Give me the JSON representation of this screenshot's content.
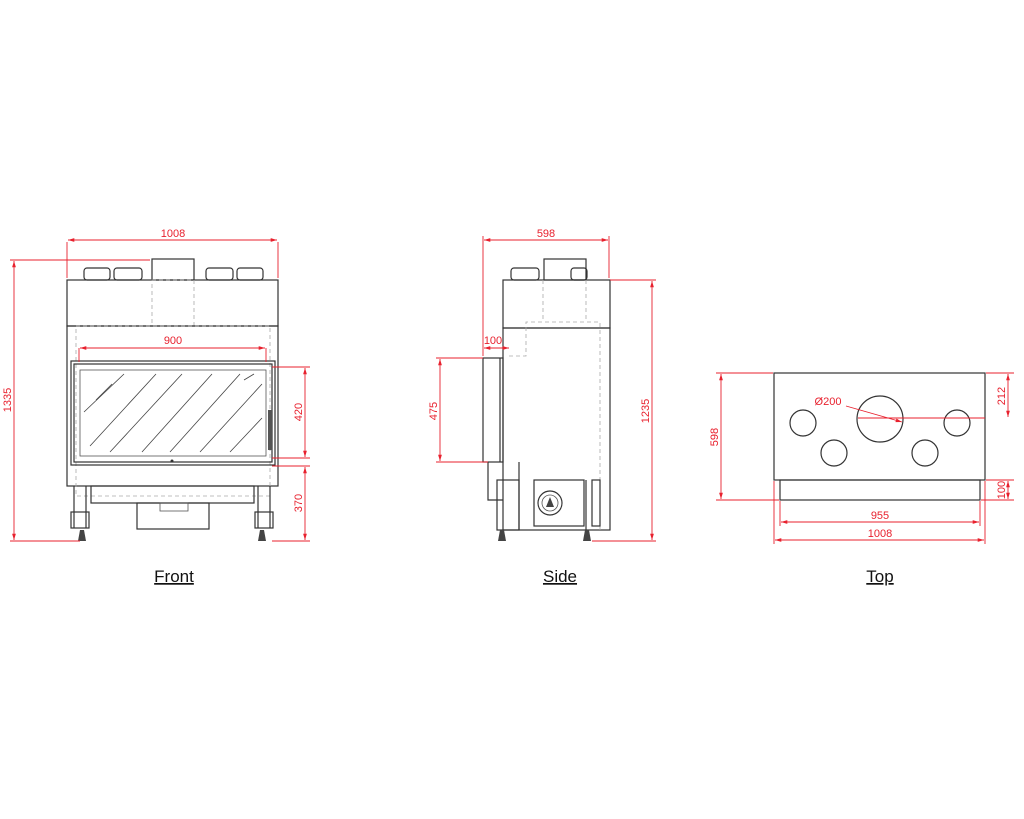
{
  "views": {
    "front": {
      "caption": "Front",
      "dims": {
        "total_width": "1008",
        "glass_width": "900",
        "total_height": "1335",
        "glass_height": "420",
        "base_height": "370"
      }
    },
    "side": {
      "caption": "Side",
      "dims": {
        "depth": "598",
        "offset": "100",
        "door_height": "475",
        "body_height": "1235"
      }
    },
    "top": {
      "caption": "Top",
      "dims": {
        "depth": "598",
        "flue_offset": "212",
        "front_depth": "100",
        "inner_width": "955",
        "total_width": "1008",
        "flue_diameter": "Ø200"
      }
    }
  },
  "colors": {
    "dimension": "#e8212e",
    "outline": "#333333",
    "hidden": "#aaaaaa"
  }
}
